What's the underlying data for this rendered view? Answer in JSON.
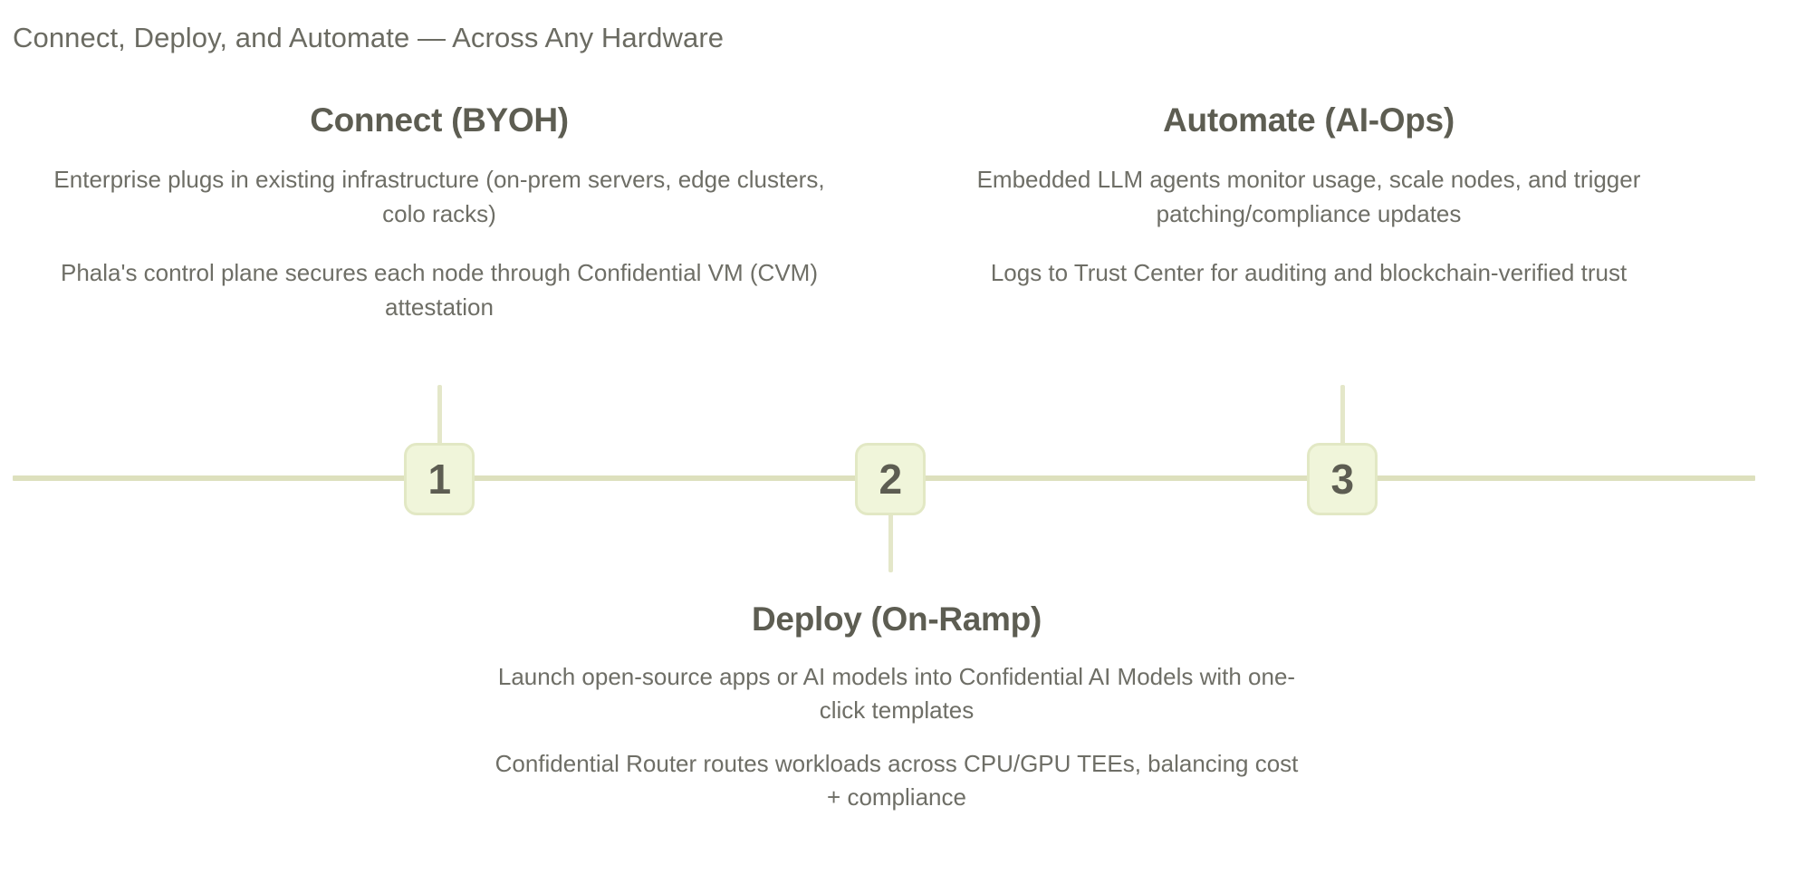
{
  "page": {
    "title": "Connect, Deploy, and Automate — Across Any Hardware",
    "background_color": "#ffffff",
    "heading_color": "#5d5d52",
    "body_text_color": "#6e6e66",
    "accent_line_color": "#dde0bd",
    "badge_fill_color": "#f0f5da",
    "badge_border_color": "#e2e8c4"
  },
  "timeline": {
    "steps": [
      {
        "number": "1",
        "position": "above",
        "heading": "Connect (BYOH)",
        "paragraphs": [
          "Enterprise plugs in existing infrastructure (on-prem servers, edge clusters, colo racks)",
          "Phala's control plane secures each node through Confidential VM (CVM) attestation"
        ]
      },
      {
        "number": "2",
        "position": "below",
        "heading": "Deploy (On-Ramp)",
        "paragraphs": [
          "Launch open-source apps or AI models into Confidential AI Models with one-click templates",
          "Confidential Router routes workloads across CPU/GPU TEEs, balancing cost + compliance"
        ]
      },
      {
        "number": "3",
        "position": "above",
        "heading": "Automate (AI-Ops)",
        "paragraphs": [
          "Embedded LLM agents monitor usage, scale nodes, and trigger patching/compliance updates",
          "Logs to Trust Center for auditing and blockchain-verified trust"
        ]
      }
    ]
  }
}
